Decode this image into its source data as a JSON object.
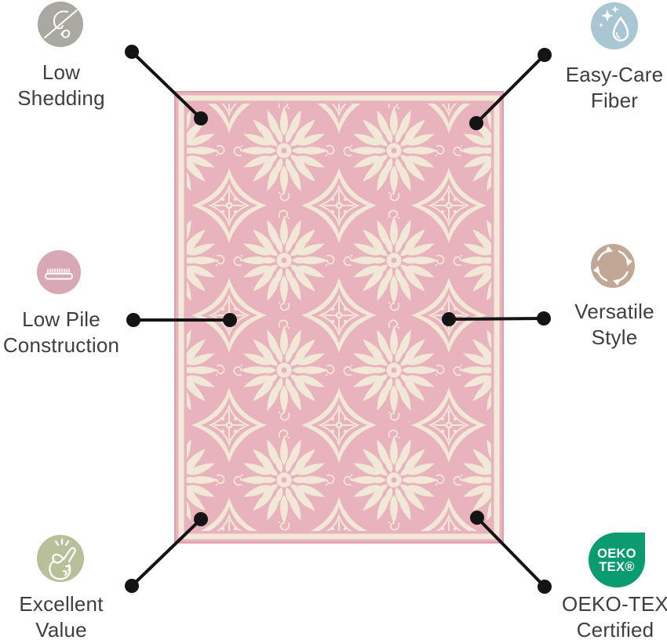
{
  "features": [
    {
      "id": "low-shedding",
      "icon": "no-shedding-icon",
      "icon_color": "#a9a8a1",
      "label_lines": [
        "Low",
        "Shedding"
      ]
    },
    {
      "id": "easy-care-fiber",
      "icon": "water-drop-sparkles-icon",
      "icon_color": "#a8c7d3",
      "label_lines": [
        "Easy-Care",
        "Fiber"
      ]
    },
    {
      "id": "low-pile-construction",
      "icon": "low-pile-height-icon",
      "icon_color": "#d9a8b5",
      "label_lines": [
        "Low Pile",
        "Construction"
      ]
    },
    {
      "id": "versatile-style",
      "icon": "rotating-arrows-icon",
      "icon_color": "#c3a795",
      "label_lines": [
        "Versatile",
        "Style"
      ]
    },
    {
      "id": "excellent-value",
      "icon": "finger-snap-icon",
      "icon_color": "#b7c099",
      "label_lines": [
        "Excellent",
        "Value"
      ]
    },
    {
      "id": "oeko-tex-certified",
      "icon": "oeko-tex-badge",
      "icon_color": "#0a9c70",
      "label_lines": [
        "OEKO-TEX",
        "Certified"
      ],
      "badge_lines": [
        "OEKO",
        "TEX®"
      ]
    }
  ],
  "rug": {
    "description": "Pink area rug with cream dahlia flower medallions and damask diamond motifs in a checkerboard repeat, framed by a thin cream border",
    "field_color": "#e9b3bd",
    "pattern_color": "#f1e8d7",
    "border_color": "#d9a0ab"
  },
  "connectors": {
    "color": "#141414"
  }
}
